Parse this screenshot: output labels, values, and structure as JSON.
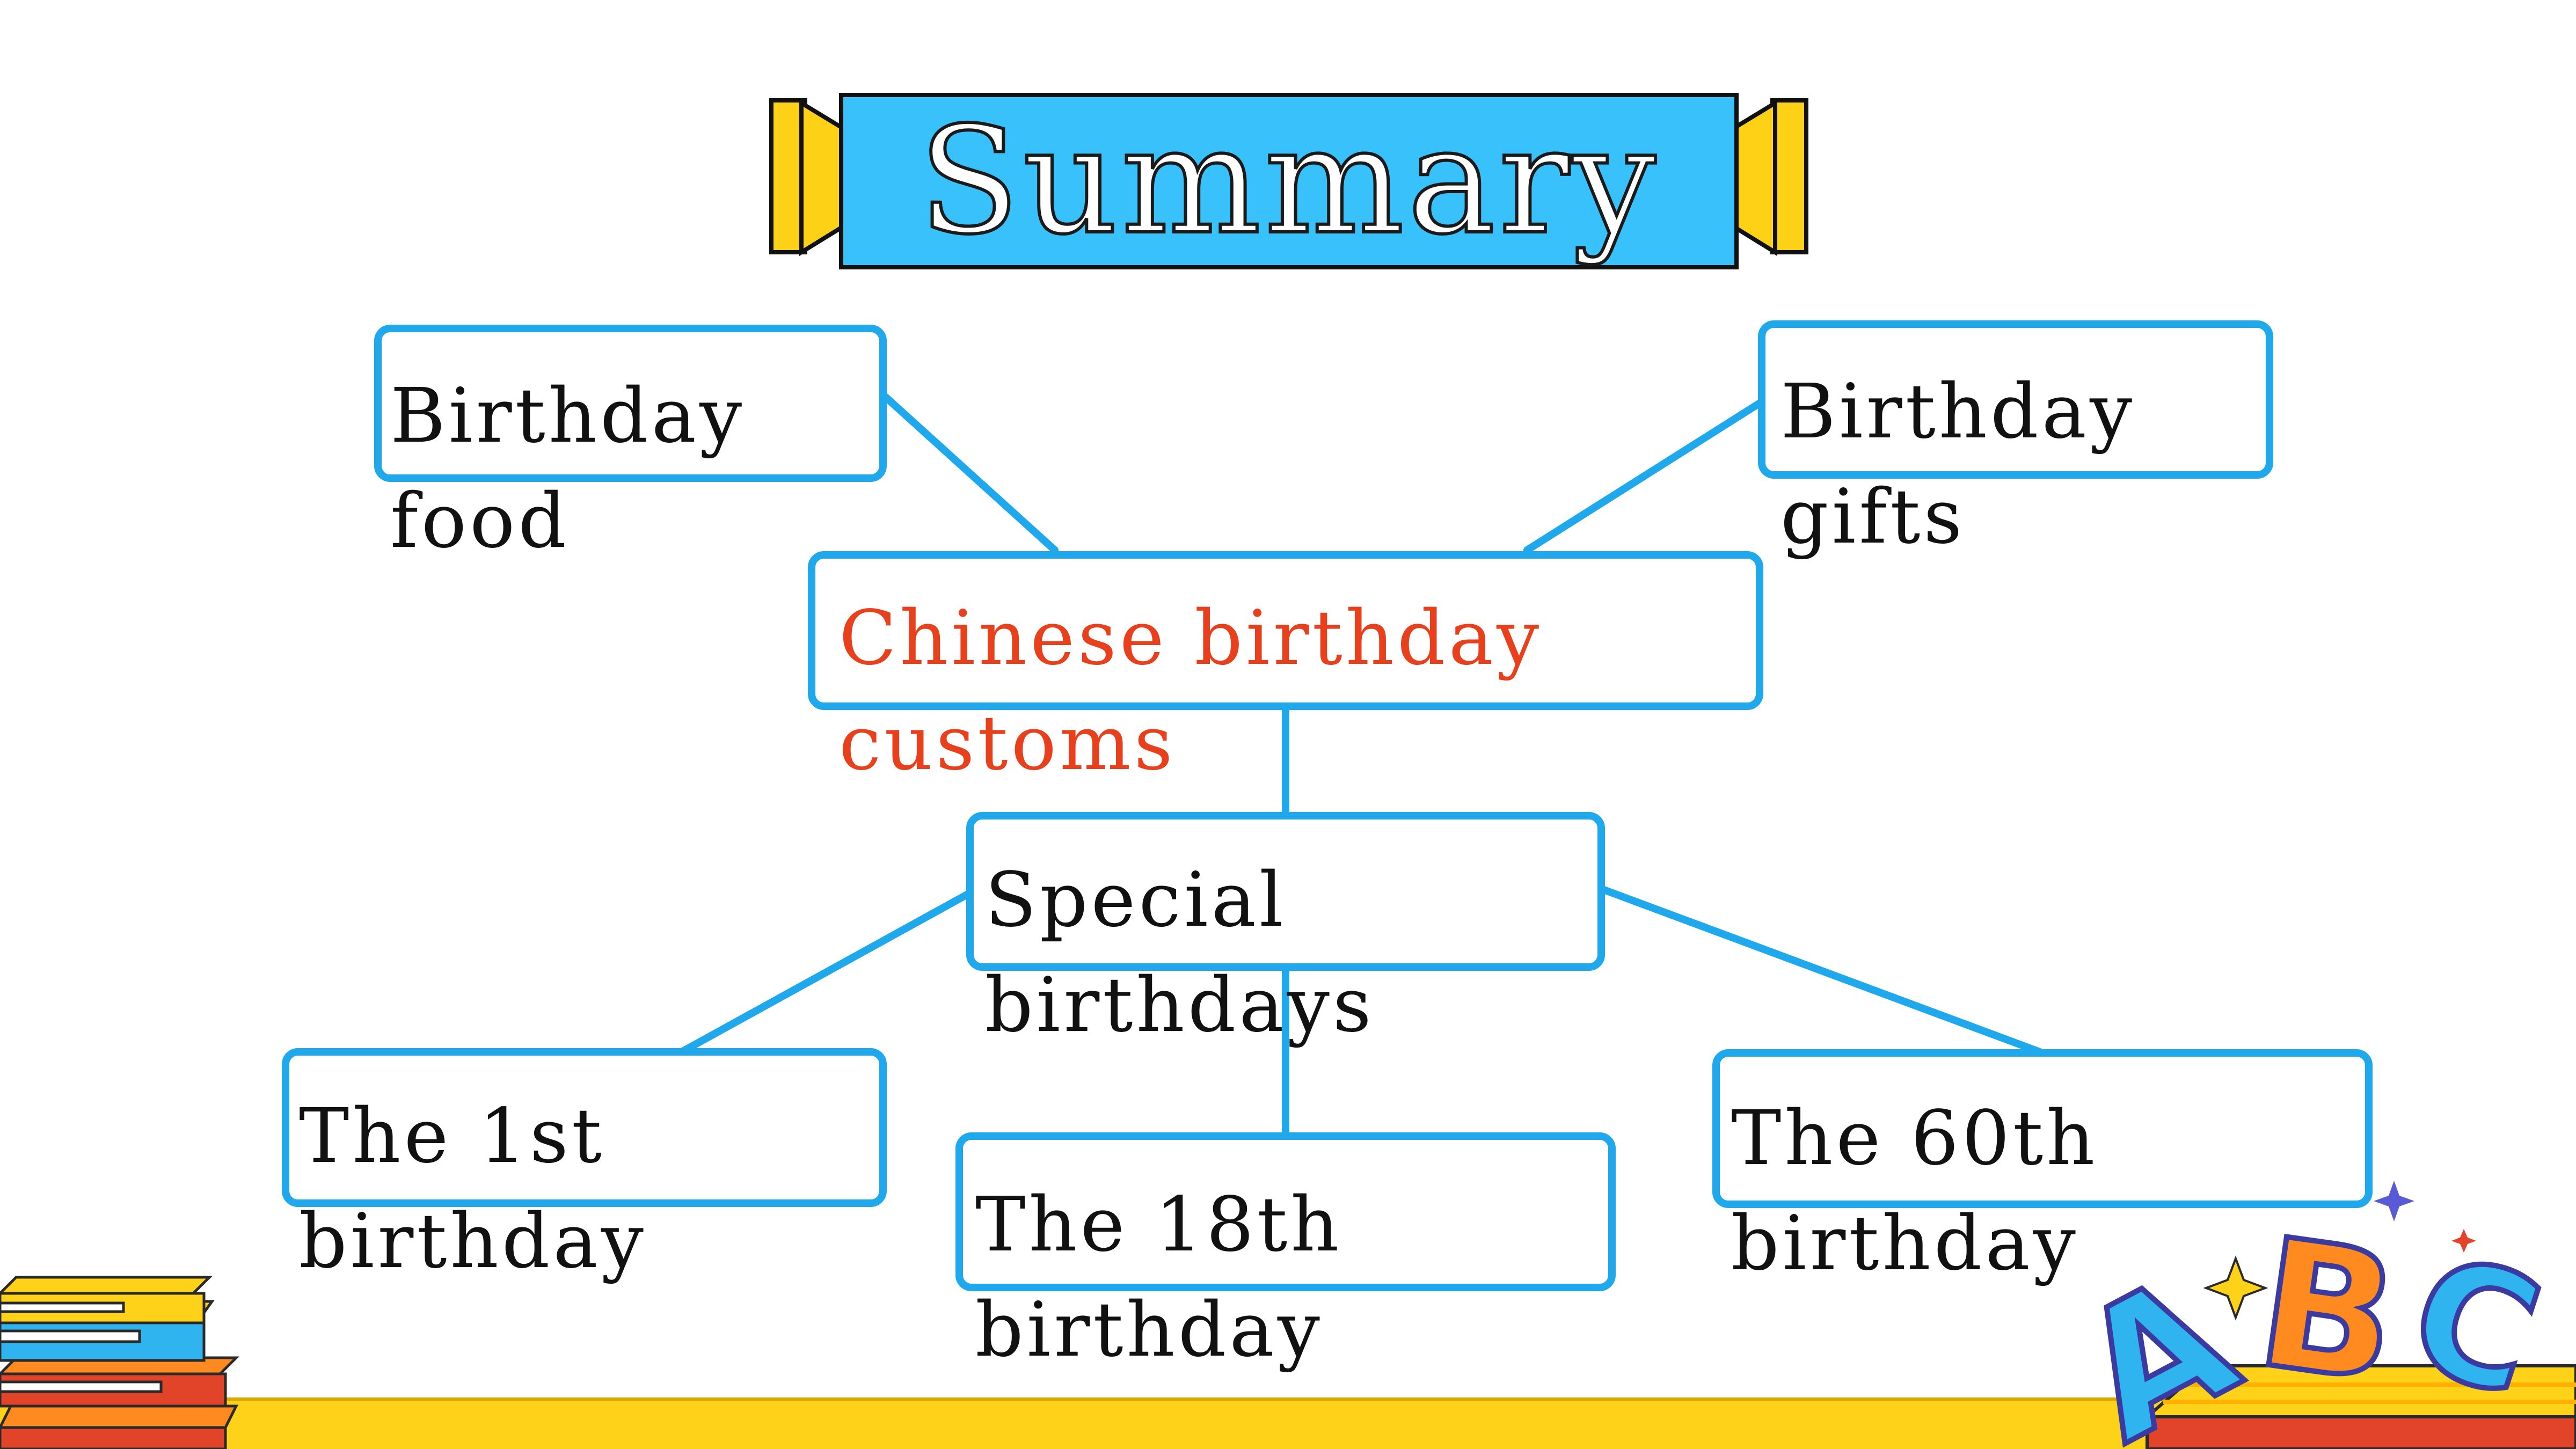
{
  "title": "Summary",
  "nodes": {
    "center": {
      "line1": "Chinese birthday",
      "line2": "customs"
    },
    "food": {
      "line1": "Birthday",
      "line2": "food"
    },
    "gifts": {
      "line1": "Birthday",
      "line2": "gifts"
    },
    "special": {
      "line1": "Special",
      "line2": "birthdays"
    },
    "first": {
      "line1": "The 1st",
      "line2": "birthday"
    },
    "eighteenth": {
      "line1": "The 18th",
      "line2": "birthday"
    },
    "sixtieth": {
      "line1": "The 60th",
      "line2": "birthday"
    }
  },
  "decor": {
    "letters": [
      "A",
      "B",
      "C"
    ]
  },
  "colors": {
    "accent_blue": "#1fa9ec",
    "title_blue": "#38c1fb",
    "yellow": "#ffd21a",
    "red_text": "#e8401c",
    "orange": "#ff8a1f"
  }
}
